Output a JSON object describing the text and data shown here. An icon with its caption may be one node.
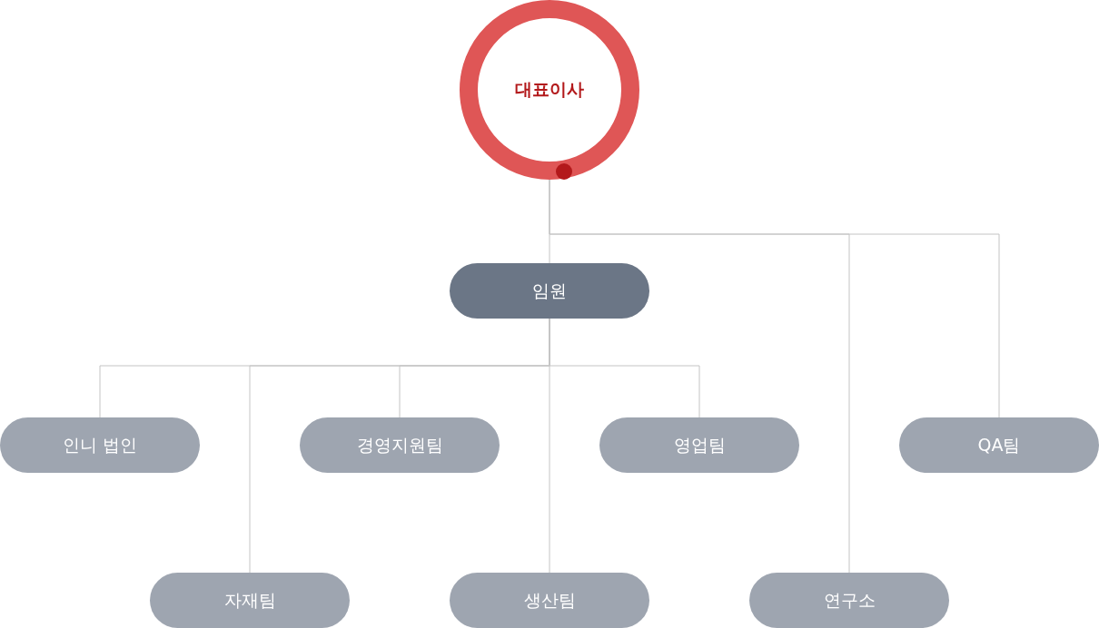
{
  "diagram": {
    "nodes": [
      {
        "text": [
          "대표이사"
        ]
      },
      {
        "text": [
          "임원"
        ]
      },
      {
        "text": [
          "인니 법인"
        ]
      },
      {
        "text": [
          "경영지원팀"
        ]
      },
      {
        "text": [
          "영업팀"
        ]
      },
      {
        "text": [
          "QA팀"
        ]
      },
      {
        "text": [
          "자재팀"
        ]
      },
      {
        "text": [
          "생산팀"
        ]
      },
      {
        "text": [
          "연구소"
        ]
      }
    ],
    "edges": [
      {
        "from": 0,
        "to": 1,
        "arrow": "none"
      },
      {
        "from": 0,
        "to": 8,
        "arrow": "none"
      },
      {
        "from": 0,
        "to": 5,
        "arrow": "none"
      },
      {
        "from": 1,
        "to": 2,
        "arrow": "none"
      },
      {
        "from": 1,
        "to": 6,
        "arrow": "none"
      },
      {
        "from": 1,
        "to": 3,
        "arrow": "none"
      },
      {
        "from": 1,
        "to": 7,
        "arrow": "none"
      },
      {
        "from": 1,
        "to": 4,
        "arrow": "none"
      }
    ]
  }
}
